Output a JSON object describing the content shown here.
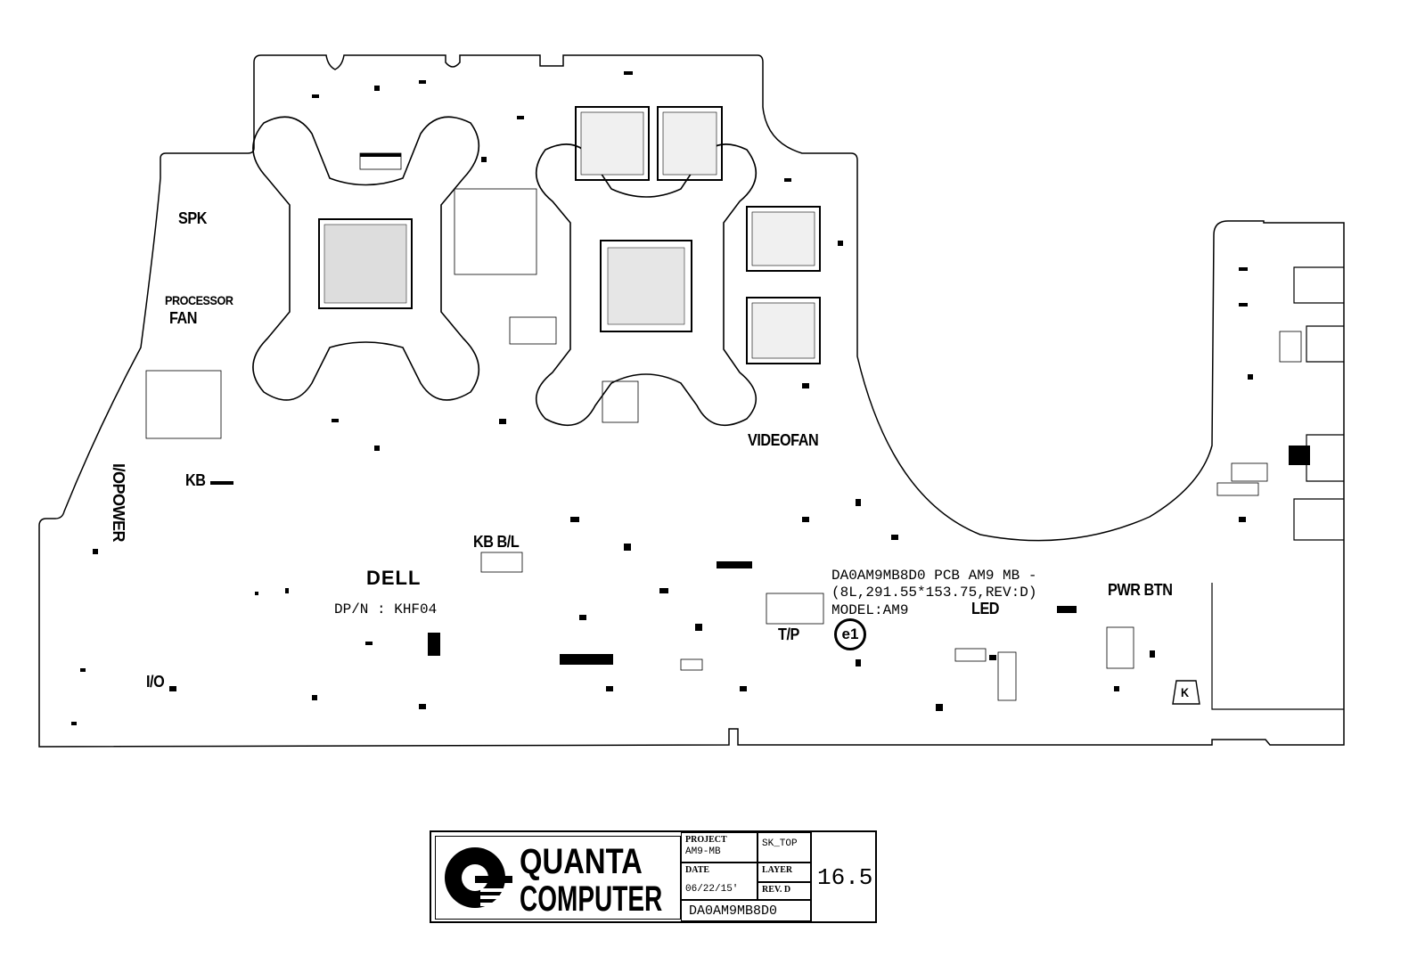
{
  "board_labels": {
    "spk": "SPK",
    "processor": "PROCESSOR",
    "fan": "FAN",
    "kb": "KB",
    "io_power": "I/OPOWER",
    "io": "I/O",
    "kb_bl": "KB  B/L",
    "video_fan": "VIDEOFAN",
    "tp": "T/P",
    "led": "LED",
    "pwr_btn": "PWR  BTN",
    "k_mark": "K"
  },
  "board_info": {
    "logo": "DELL",
    "dpn": "DP/N : KHF04",
    "pcb_line": "DA0AM9MB8D0 PCB AM9 MB  -",
    "spec_line": "(8L,291.55*153.75,REV:D)",
    "model_line": "MODEL:AM9",
    "cert_mark": "e1"
  },
  "title_block": {
    "company_line1": "QUANTA",
    "company_line2": "COMPUTER",
    "project_label": "PROJECT",
    "project_value": "AM9-MB",
    "sheet_name": "SK_TOP",
    "date_label": "DATE",
    "date_value": "06/22/15'",
    "layer_label": "LAYER",
    "rev_label": "REV. D",
    "page_number": "16.5",
    "doc_number": "DA0AM9MB8D0"
  }
}
